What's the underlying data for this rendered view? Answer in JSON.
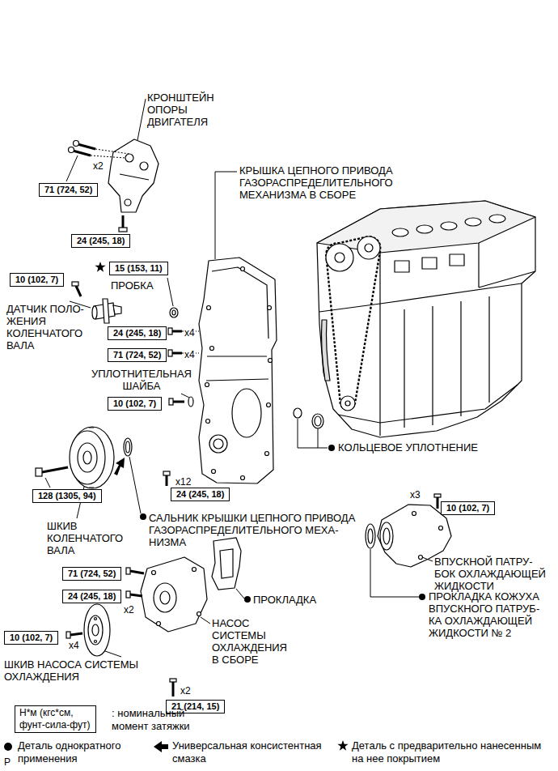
{
  "diagram": {
    "nodes": [
      {
        "text": [
          "71 (724, 52)"
        ]
      },
      {
        "text": [
          "24 (245, 18)"
        ]
      },
      {
        "text": [
          "15 (153, 11)"
        ]
      },
      {
        "text": [
          "10 (102, 7)"
        ]
      },
      {
        "text": [
          "24 (245, 18)"
        ]
      },
      {
        "text": [
          "71 (724, 52)"
        ]
      },
      {
        "text": [
          "10 (102, 7)"
        ]
      },
      {
        "text": [
          "128 (1305, 94)"
        ]
      },
      {
        "text": [
          "24 (245, 18)"
        ]
      },
      {
        "text": [
          "10 (102, 7)"
        ]
      },
      {
        "text": [
          "71 (724, 52)"
        ]
      },
      {
        "text": [
          "24 (245, 18)"
        ]
      },
      {
        "text": [
          "10 (102, 7)"
        ]
      },
      {
        "text": [
          "21 (214, 15)"
        ]
      },
      {
        "text": [
          "Н*м (кгс*см, фунт-сила-фут)"
        ]
      }
    ],
    "labels": [
      "КРОНШТЕЙН ОПОРЫ ДВИГАТЕЛЯ",
      "x2",
      "КРЫШКА ЦЕПНОГО ПРИВОДА ГАЗОРАСПРЕДЕЛИТЕЛЬНОГО МЕХАНИЗМА В СБОРЕ",
      "ПРОБКА",
      "ДАТЧИК ПОЛО- ЖЕНИЯ КОЛЕНЧАТОГО ВАЛА",
      "x4",
      "x4",
      "УПЛОТНИТЕЛЬНАЯ ШАЙБА",
      "КОЛЬЦЕВОЕ УПЛОТНЕНИЕ",
      "x12",
      "x3",
      "САЛЬНИК КРЫШКИ ЦЕПНОГО ПРИВОДА ГАЗОРАСПРЕДЕЛИТЕЛЬНОГО МЕХА- НИЗМА",
      "ШКИВ КОЛЕНЧАТОГО ВАЛА",
      "ВПУСКНОЙ ПАТРУ- БОК ОХЛАЖДАЮЩЕЙ ЖИДКОСТИ",
      "ПРОКЛАДКА КОЖУХА ВПУСКНОГО ПАТРУБ- КА ОХЛАЖДАЮЩЕЙ ЖИДКОСТИ № 2",
      "ПРОКЛАДКА",
      "x2",
      "НАСОС СИСТЕМЫ ОХЛАЖДЕНИЯ В СБОРЕ",
      "x4",
      "ШКИВ НАСОСА СИСТЕМЫ ОХЛАЖДЕНИЯ",
      "x2",
      "P"
    ],
    "legend": [
      {
        "text": ": номинальный момент затяжки"
      },
      {
        "text": "Деталь однократного применения"
      },
      {
        "text": "Универсальная консистентная смазка"
      },
      {
        "text": "Деталь с предварительно нанесенным на нее покрытием"
      }
    ]
  }
}
